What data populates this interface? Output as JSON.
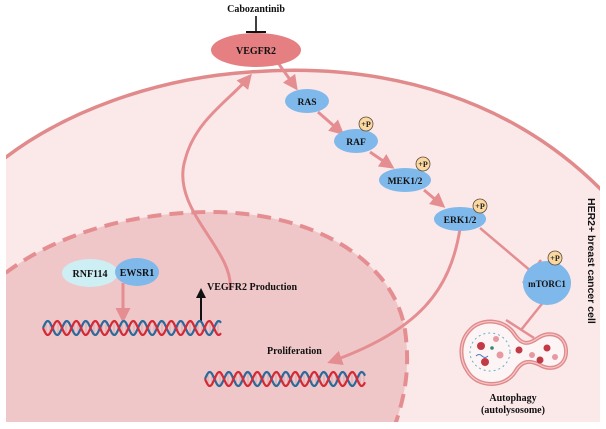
{
  "title": "Cabozantinib inhibition of VEGFR2 signaling in HER2+ breast cancer cell",
  "cell_label": "HER2+ breast cancer cell",
  "drug": {
    "label": "Cabozantinib",
    "relation": "inhibits",
    "target": "VEGFR2"
  },
  "receptor": {
    "label": "VEGFR2"
  },
  "cascade": [
    {
      "id": "ras",
      "label": "RAS",
      "phosphorylated": false
    },
    {
      "id": "raf",
      "label": "RAF",
      "phosphorylated": true
    },
    {
      "id": "mek",
      "label": "MEK1/2",
      "phosphorylated": true
    },
    {
      "id": "erk",
      "label": "ERK1/2",
      "phosphorylated": true
    },
    {
      "id": "mtorc1",
      "label": "mTORC1",
      "phosphorylated": true
    }
  ],
  "phospho_label": "+P",
  "nucleus": {
    "proteins": [
      {
        "id": "rnf114",
        "label": "RNF114"
      },
      {
        "id": "ewsr1",
        "label": "EWSR1"
      }
    ],
    "production_label": "VEGFR2 Production",
    "proliferation_label": "Proliferation"
  },
  "autophagy": {
    "label_line1": "Autophagy",
    "label_line2": "(autolysosome)"
  },
  "edges": [
    {
      "from": "VEGFR2",
      "to": "RAS",
      "type": "activation"
    },
    {
      "from": "RAS",
      "to": "RAF",
      "type": "activation"
    },
    {
      "from": "RAF",
      "to": "MEK1/2",
      "type": "activation"
    },
    {
      "from": "MEK1/2",
      "to": "ERK1/2",
      "type": "activation"
    },
    {
      "from": "ERK1/2",
      "to": "mTORC1",
      "type": "inhibition"
    },
    {
      "from": "ERK1/2",
      "to": "Proliferation DNA",
      "type": "activation"
    },
    {
      "from": "mTORC1",
      "to": "Autophagy",
      "type": "inhibition"
    },
    {
      "from": "EWSR1",
      "to": "DNA",
      "type": "activation"
    },
    {
      "from": "DNA",
      "to": "VEGFR2",
      "type": "activation",
      "label": "VEGFR2 Production"
    },
    {
      "from": "Cabozantinib",
      "to": "VEGFR2",
      "type": "inhibition"
    }
  ],
  "colors": {
    "cell_fill": "#fbe9ea",
    "cell_border": "#e08a8c",
    "nucleus_fill": "#f0c7c8",
    "arrow": "#e58e92",
    "node_blue": "#7fb8ea",
    "node_light": "#cdeef3",
    "receptor": "#e57f82",
    "phospho_fill": "#fbd8a0",
    "dna_red": "#d42a35",
    "dna_blue": "#2a6a9c"
  }
}
